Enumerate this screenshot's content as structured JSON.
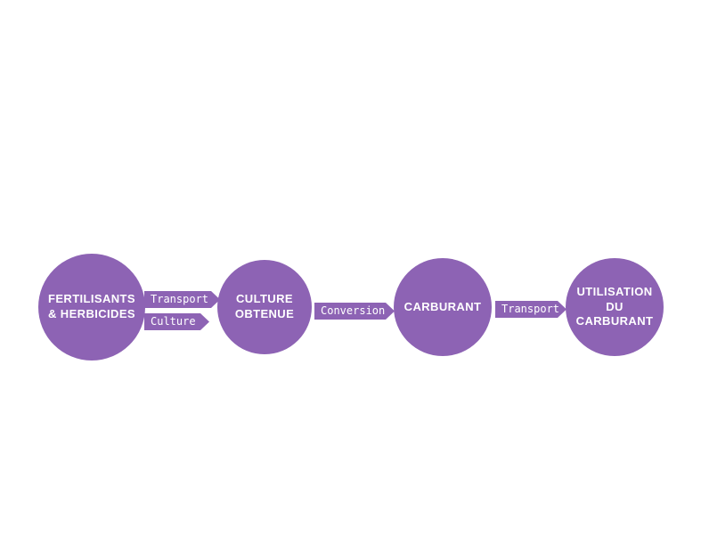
{
  "diagram": {
    "accent_color": "#8d63b4",
    "text_color": "#ffffff",
    "background_color": "#ffffff",
    "nodes": [
      {
        "id": "fertilisants-herbicides",
        "label": "FERTILISANTS\n& HERBICIDES"
      },
      {
        "id": "culture-obtenue",
        "label": "CULTURE\nOBTENUE"
      },
      {
        "id": "carburant",
        "label": "CARBURANT"
      },
      {
        "id": "utilisation-du-carburant",
        "label": "UTILISATION\nDU\nCARBURANT"
      }
    ],
    "arrows": [
      {
        "id": "transport-1",
        "label": "Transport",
        "from": "fertilisants-herbicides",
        "to": "culture-obtenue"
      },
      {
        "id": "culture",
        "label": "Culture",
        "from": "fertilisants-herbicides",
        "to": "culture-obtenue"
      },
      {
        "id": "conversion",
        "label": "Conversion",
        "from": "culture-obtenue",
        "to": "carburant"
      },
      {
        "id": "transport-2",
        "label": "Transport",
        "from": "carburant",
        "to": "utilisation-du-carburant"
      }
    ]
  }
}
